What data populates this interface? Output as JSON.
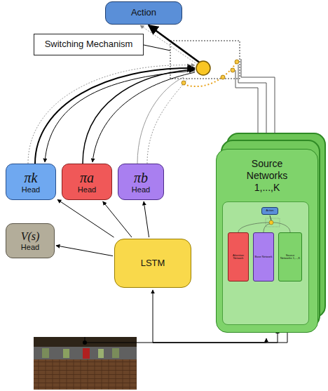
{
  "diagram": {
    "nodes": [
      {
        "text": [
          "Action"
        ]
      },
      {
        "text": [
          "Switching Mechanism"
        ]
      },
      {
        "text": [
          "πk",
          "Head"
        ]
      },
      {
        "text": [
          "πa",
          "Head"
        ]
      },
      {
        "text": [
          "πb",
          "Head"
        ]
      },
      {
        "text": [
          "Source Networks 1,...,K"
        ]
      },
      {
        "text": [
          "Action"
        ],
        "in": 5
      },
      {
        "text": [
          "Attention Network"
        ],
        "in": 5
      },
      {
        "text": [
          "Base Network"
        ],
        "in": 5
      },
      {
        "text": [
          "Source Networks 1,...,K"
        ],
        "in": 5
      },
      {
        "text": [
          "V(s)",
          "Head"
        ]
      },
      {
        "text": [
          "LSTM"
        ]
      }
    ],
    "edges": [
      {
        "from": 11,
        "to": 2,
        "arrow": "to"
      },
      {
        "from": 11,
        "to": 3,
        "arrow": "to"
      },
      {
        "from": 11,
        "to": 4,
        "arrow": "to"
      },
      {
        "from": 11,
        "to": 10,
        "arrow": "to"
      }
    ]
  }
}
